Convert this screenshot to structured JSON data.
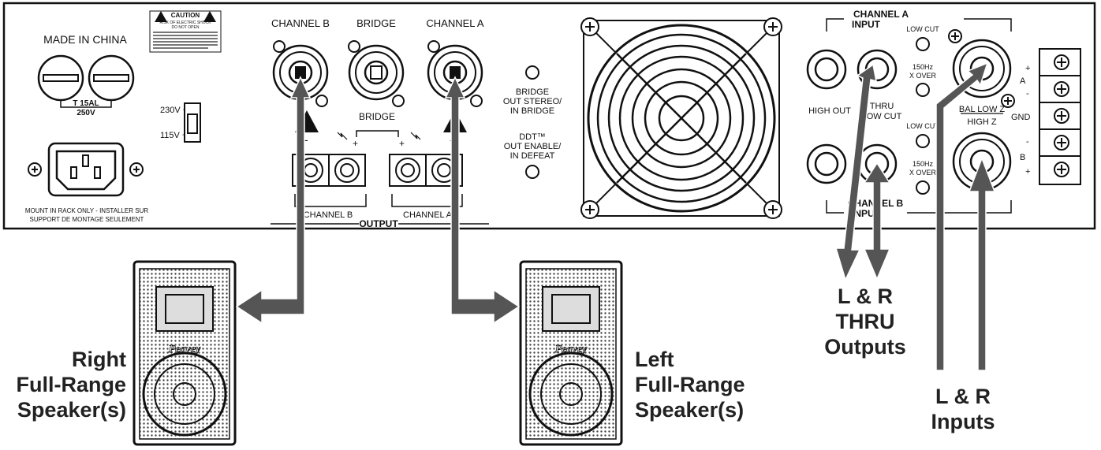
{
  "panel": {
    "made_in": "MADE IN CHINA",
    "fuse_rating": "T 15AL",
    "fuse_voltage": "250V",
    "voltage_230": "230V ~",
    "voltage_115": "115V ~",
    "caution_title": "CAUTION",
    "caution_sub": "RISK OF ELECTRIC SHOCK",
    "caution_sub2": "DO NOT OPEN",
    "mount_line1": "MOUNT IN RACK ONLY - INSTALLER SUR",
    "mount_line2": "SUPPORT DE MONTAGE SEULEMENT",
    "channel_b": "CHANNEL B",
    "bridge": "BRIDGE",
    "channel_a": "CHANNEL A",
    "bridge_small": "BRIDGE",
    "output_label": "OUTPUT",
    "out_channel_b": "CHANNEL B",
    "out_channel_a": "CHANNEL A",
    "bridge_switch_1": "BRIDGE",
    "bridge_switch_2": "OUT STEREO/",
    "bridge_switch_3": "IN BRIDGE",
    "ddt_1": "DDT™",
    "ddt_2": "OUT ENABLE/",
    "ddt_3": "IN DEFEAT",
    "input_channel_a": "CHANNEL A",
    "input_label_top": "INPUT",
    "input_channel_b": "CHANNEL B",
    "input_label_bottom": "INPUT",
    "low_cut_top": "LOW CUT",
    "low_cut_bottom": "LOW CUT",
    "xover_top_1": "150Hz",
    "xover_top_2": "X OVER",
    "xover_bottom_1": "150Hz",
    "xover_bottom_2": "X OVER",
    "high_out": "HIGH OUT",
    "thru_1": "THRU",
    "thru_2": "LOW CUT",
    "bal_low_z": "BAL LOW Z",
    "high_z": "HIGH Z",
    "gnd": "GND",
    "terminal_a": "A",
    "terminal_b": "B",
    "plus": "+",
    "minus": "-"
  },
  "callouts": {
    "right_speaker": [
      "Right",
      "Full-Range",
      "Speaker(s)"
    ],
    "left_speaker": [
      "Left",
      "Full-Range",
      "Speaker(s)"
    ],
    "thru_outputs": [
      "L & R",
      "THRU",
      "Outputs"
    ],
    "inputs": [
      "L & R",
      "Inputs"
    ]
  },
  "speaker_brand": "Peavey",
  "colors": {
    "arrow": "#555555",
    "line": "#111111",
    "grille": "#333333"
  }
}
